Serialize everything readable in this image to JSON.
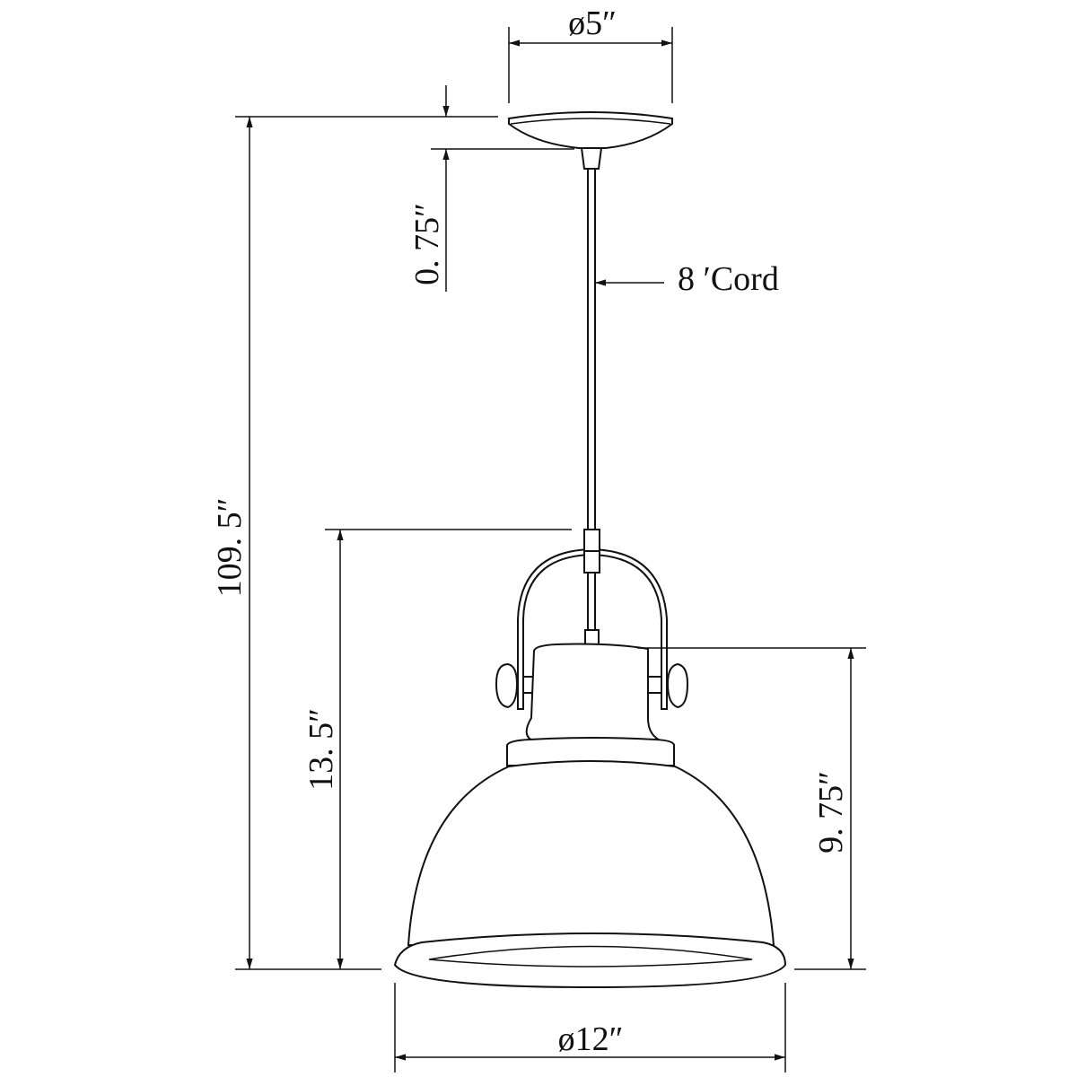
{
  "dimensions": {
    "canopy_diameter": "ø5″",
    "canopy_height": "0. 75″",
    "cord_length": "8 ′Cord",
    "overall_height": "109. 5″",
    "fixture_height": "13. 5″",
    "shade_height": "9. 75″",
    "shade_diameter": "ø12″"
  },
  "colors": {
    "line": "#111111",
    "background": "#ffffff"
  }
}
